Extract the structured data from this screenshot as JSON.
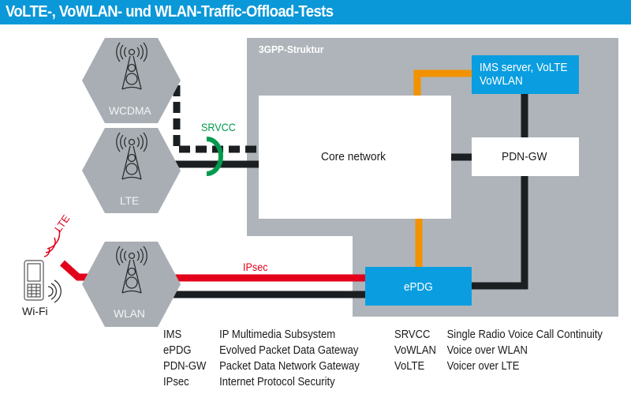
{
  "title": "VoLTE-, VoWLAN- und WLAN-Traffic-Offload-Tests",
  "colors": {
    "title_bar": "#0a98d8",
    "region": "#aeb4b9",
    "hexagon": "#a8aeb3",
    "box_blue": "#0a9ee0",
    "ipsec_red": "#e2001a",
    "orange": "#f39200",
    "srvcc_green": "#009a4e",
    "black_line": "#1c1f22"
  },
  "region": {
    "label": "3GPP-Struktur"
  },
  "base_stations": [
    {
      "label": "WCDMA",
      "icon": "antenna-tower-icon"
    },
    {
      "label": "LTE",
      "icon": "antenna-tower-icon"
    },
    {
      "label": "WLAN",
      "icon": "antenna-tower-icon"
    }
  ],
  "nodes": {
    "core": "Core network",
    "pdn_gw": "PDN-GW",
    "ims_line1": "IMS server, VoLTE",
    "ims_line2": "VoWLAN",
    "epdg": "ePDG"
  },
  "links": {
    "srvcc": "SRVCC",
    "ipsec": "IPsec",
    "lte": "LTE",
    "wifi": "Wi-Fi"
  },
  "legend_left": [
    {
      "abbr": "IMS",
      "desc": "IP Multimedia Subsystem"
    },
    {
      "abbr": "ePDG",
      "desc": "Evolved Packet Data Gateway"
    },
    {
      "abbr": "PDN-GW",
      "desc": "Packet Data Network Gateway"
    },
    {
      "abbr": "IPsec",
      "desc": "Internet Protocol Security"
    }
  ],
  "legend_right": [
    {
      "abbr": "SRVCC",
      "desc": "Single Radio Voice Call Continuity"
    },
    {
      "abbr": "VoWLAN",
      "desc": "Voice over WLAN"
    },
    {
      "abbr": "VoLTE",
      "desc": "Voicer over LTE"
    }
  ]
}
